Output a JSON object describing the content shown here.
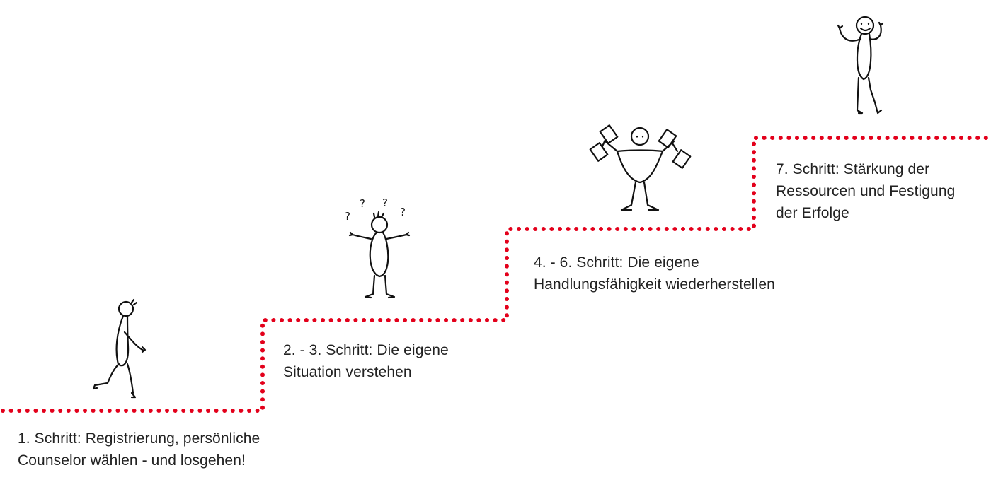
{
  "colors": {
    "stair_dots": "#e3001b",
    "text": "#222222",
    "figures": "#111111"
  },
  "steps": [
    {
      "lines": [
        "1. Schritt: Registrierung, persönliche",
        "Counselor wählen - und losgehen!"
      ],
      "figure": "walking-person-icon"
    },
    {
      "lines": [
        "2. - 3. Schritt: Die eigene",
        "Situation verstehen"
      ],
      "figure": "confused-person-icon"
    },
    {
      "lines": [
        "4. - 6. Schritt: Die eigene",
        "Handlungsfähigkeit wiederherstellen"
      ],
      "figure": "weightlifter-icon"
    },
    {
      "lines": [
        "7. Schritt: Stärkung der",
        "Ressourcen und Festigung",
        "der Erfolge"
      ],
      "figure": "cheering-person-icon"
    }
  ],
  "question_marks": [
    "?",
    "?",
    "?",
    "?"
  ]
}
